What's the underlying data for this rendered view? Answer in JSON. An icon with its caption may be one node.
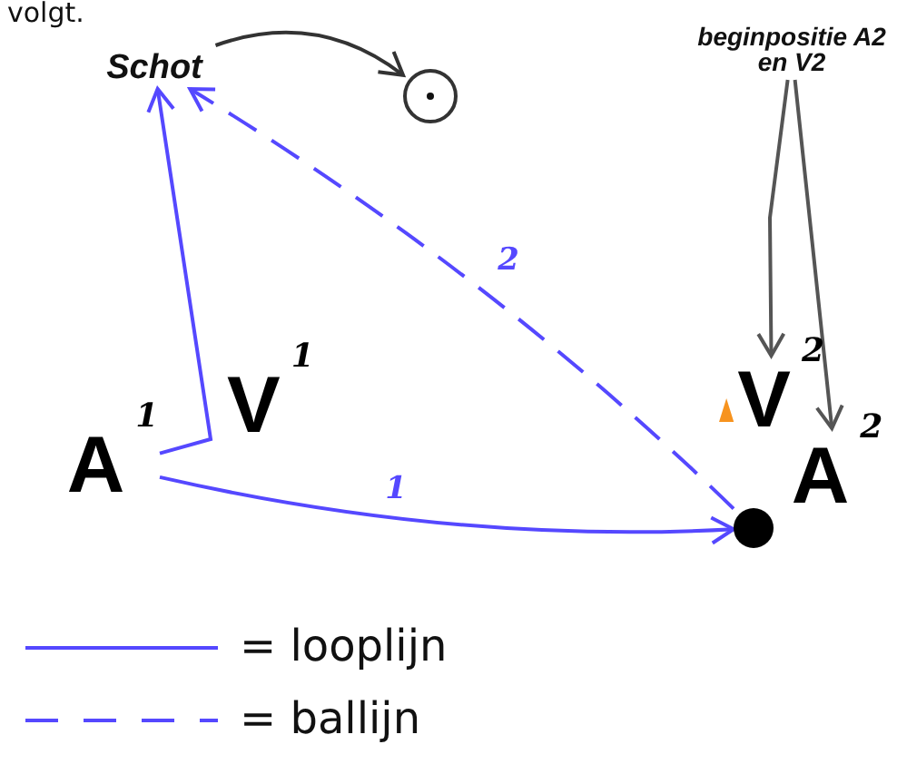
{
  "diagram": {
    "nodes": [
      {
        "text": [
          "Schot"
        ]
      },
      {
        "text": [],
        "shape": "circle"
      },
      {
        "text": [
          "V$^{1}$"
        ]
      },
      {
        "text": [
          "A$^{1}$"
        ]
      },
      {
        "text": [
          "beginpositie A2 en V2"
        ]
      },
      {
        "text": [
          "V$^{2}$"
        ]
      },
      {
        "text": [
          "A$^{2}$"
        ]
      },
      {
        "text": [],
        "shape": "circle"
      }
    ],
    "edges": [
      {
        "from": 0,
        "to": 1,
        "arrow": "to",
        "color": "#333333"
      },
      {
        "from": 3,
        "to": 0,
        "arrow": "to",
        "color": "#5548ff"
      },
      {
        "from": 3,
        "to": 7,
        "arrow": "to",
        "label": "1",
        "color": "#5548ff"
      },
      {
        "from": 7,
        "to": 0,
        "arrow": "to",
        "label": "2",
        "style": "dashed",
        "color": "#5548ff"
      },
      {
        "from": 4,
        "to": 5,
        "arrow": "to",
        "color": "#555555"
      },
      {
        "from": 4,
        "to": 6,
        "arrow": "to",
        "color": "#555555"
      }
    ],
    "labels": [
      "volgt."
    ],
    "legend": [
      {
        "text": "= looplijn"
      },
      {
        "text": "= ballijn"
      }
    ]
  }
}
